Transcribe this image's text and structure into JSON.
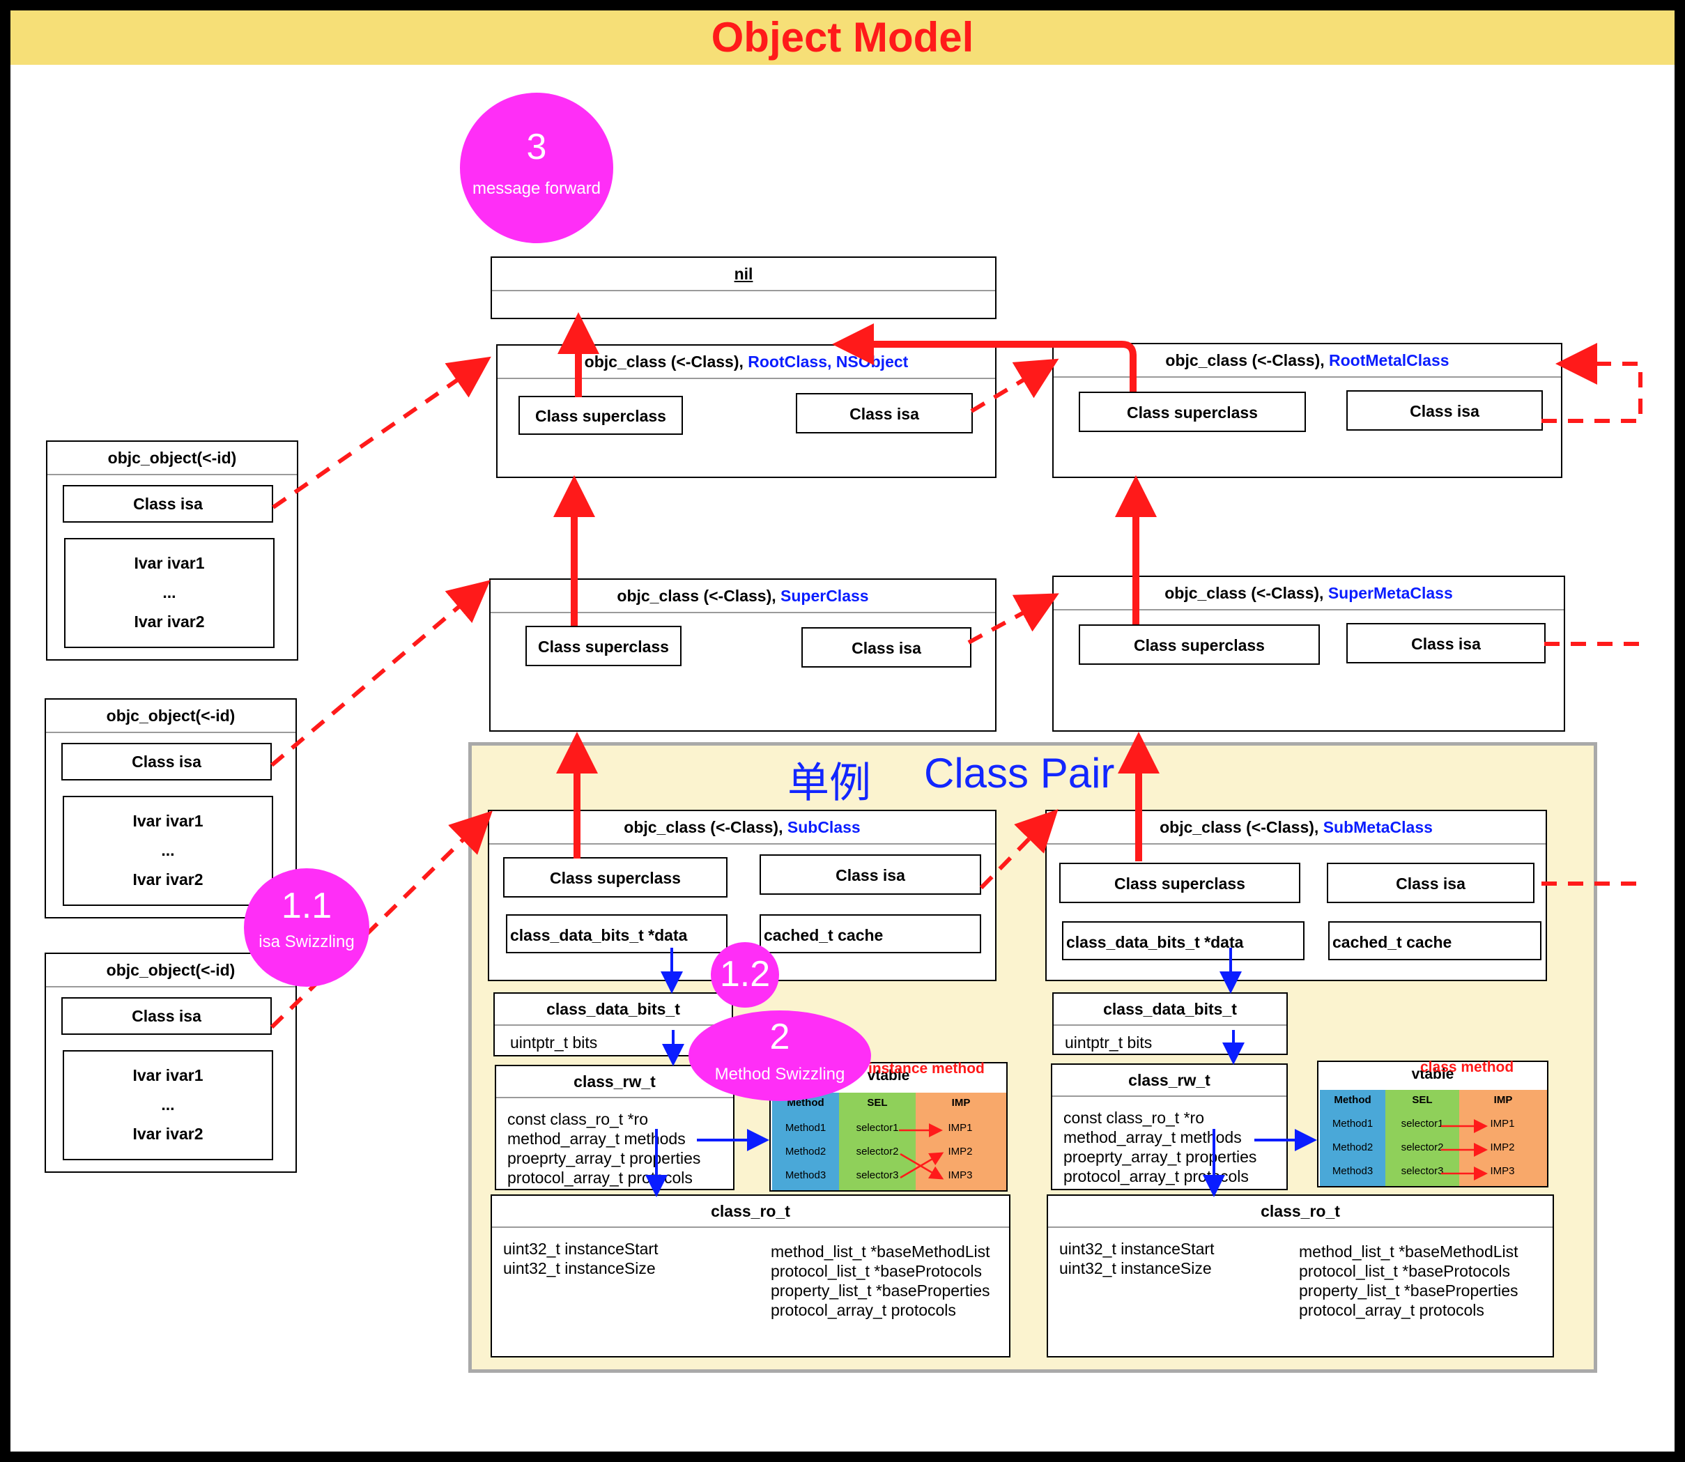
{
  "title": "Object Model",
  "colors": {
    "accent_red": "#ff1a1a",
    "title_bg": "#f6df77",
    "blue_text": "#0a1dff",
    "circle": "#ff2ef7",
    "pair_bg": "#fbf3cf"
  },
  "nil_box": {
    "label": "nil"
  },
  "objects": [
    {
      "header": "objc_object(<-id)",
      "isa": "Class isa",
      "ivars": [
        "Ivar ivar1",
        "...",
        "Ivar ivar2"
      ]
    },
    {
      "header": "objc_object(<-id)",
      "isa": "Class isa",
      "ivars": [
        "Ivar ivar1",
        "...",
        "Ivar ivar2"
      ]
    },
    {
      "header": "objc_object(<-id)",
      "isa": "Class isa",
      "ivars": [
        "Ivar ivar1",
        "...",
        "Ivar ivar2"
      ]
    }
  ],
  "classes": {
    "prefix": "objc_class (<-Class),",
    "root": "RootClass, NSObject",
    "root_meta": "RootMetalClass",
    "super": "SuperClass",
    "super_meta": "SuperMetaClass",
    "sub": "SubClass",
    "sub_meta": "SubMetaClass",
    "superclass_field": "Class superclass",
    "isa_field": "Class isa",
    "data_field": "class_data_bits_t *data",
    "cache_field": "cached_t cache"
  },
  "pair": {
    "cn": "单例",
    "en": "Class Pair"
  },
  "data_bits": {
    "title": "class_data_bits_t",
    "field": "uintptr_t bits"
  },
  "rw": {
    "title": "class_rw_t",
    "lines": [
      "const class_ro_t *ro",
      "method_array_t methods",
      "proeprty_array_t properties",
      "protocol_array_t protocols"
    ]
  },
  "ro": {
    "title": "class_ro_t",
    "left": [
      "uint32_t instanceStart",
      "uint32_t instanceSize"
    ],
    "right": [
      "method_list_t *baseMethodList",
      "protocol_list_t *baseProtocols",
      "property_list_t *baseProperties",
      "protocol_array_t protocols"
    ]
  },
  "vtable": {
    "title": "vtable",
    "instance_label": "instance method",
    "class_label": "class method",
    "headers": [
      "Method",
      "SEL",
      "IMP"
    ],
    "methods": [
      "Method1",
      "Method2",
      "Method3"
    ],
    "selectors": [
      "selector1",
      "selector2",
      "selector3"
    ],
    "imps": [
      "IMP1",
      "IMP2",
      "IMP3"
    ],
    "col_colors": [
      "#4aa8d8",
      "#8fd05a",
      "#f8a86a"
    ]
  },
  "badges": {
    "b3": {
      "num": "3",
      "label": "message forward"
    },
    "b11": {
      "num": "1.1",
      "label": "isa Swizzling"
    },
    "b12": {
      "num": "1.2"
    },
    "b2": {
      "num": "2",
      "label": "Method Swizzling"
    }
  }
}
